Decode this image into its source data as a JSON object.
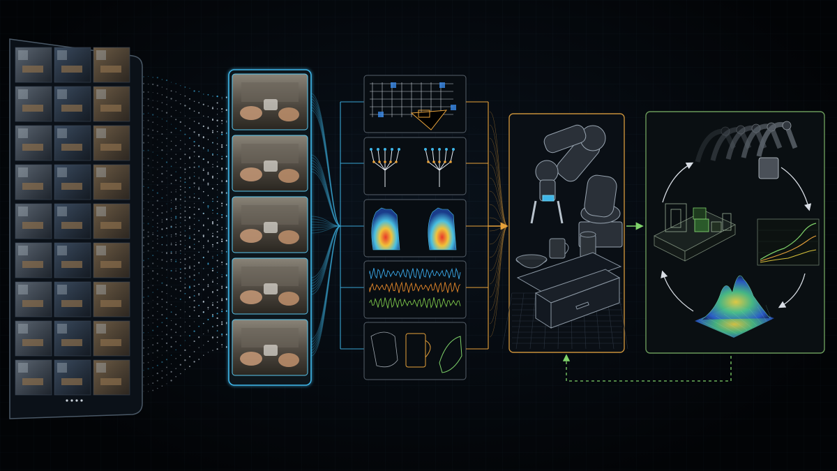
{
  "figure": {
    "stages": [
      {
        "id": "dataset-tablet",
        "label": "",
        "thumbnails": 27
      },
      {
        "id": "egocentric-clips",
        "label": "",
        "clips": 5
      },
      {
        "id": "modality-panels",
        "label": "",
        "panels": [
          "scene-wireframe",
          "hand-skeleton",
          "hand-heatmap",
          "signal-waveforms",
          "object-meshes"
        ]
      },
      {
        "id": "robot-policy",
        "label": ""
      },
      {
        "id": "world-model-loop",
        "label": ""
      }
    ],
    "colors": {
      "background": "#060a10",
      "cyan_accent": "#3fb6e8",
      "orange_accent": "#e8a23a",
      "green_accent": "#7fd36a",
      "wave_blue": "#3aa8e8",
      "wave_orange": "#e88a2a",
      "wave_green": "#7ec84a"
    },
    "tablet_page_dots": 4
  }
}
